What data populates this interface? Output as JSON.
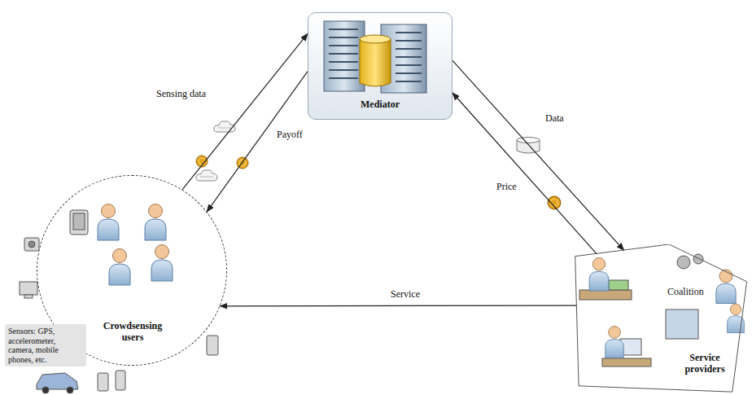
{
  "diagram": {
    "nodes": [
      {
        "text": [
          "Mediator"
        ]
      },
      {
        "text": [
          "Crowdsensing users"
        ]
      },
      {
        "text": [
          "Service providers"
        ]
      }
    ],
    "edges": [
      {
        "from": 1,
        "to": 0,
        "arrow": "to",
        "label": "Sensing data"
      },
      {
        "from": 0,
        "to": 1,
        "arrow": "to",
        "label": "Payoff"
      },
      {
        "from": 0,
        "to": 2,
        "arrow": "to",
        "label": "Data"
      },
      {
        "from": 2,
        "to": 0,
        "arrow": "to",
        "label": "Price"
      },
      {
        "from": 2,
        "to": 1,
        "arrow": "to",
        "label": "Service"
      }
    ],
    "labels": [
      "Sensors: GPS, accelerometer, camera, mobile phones, etc.",
      "Coalition"
    ]
  }
}
